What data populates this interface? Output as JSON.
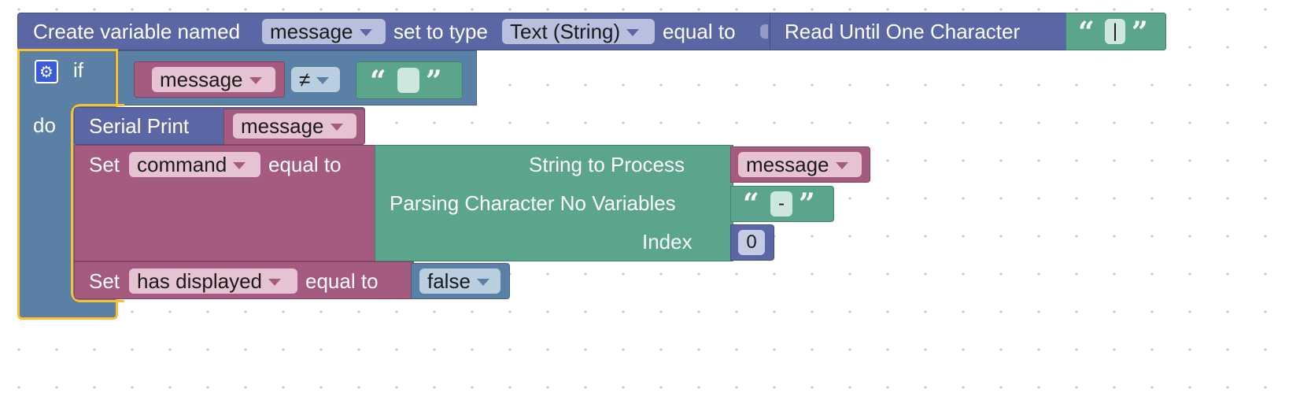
{
  "create_block": {
    "prefix": "Create variable named",
    "var_name": "message",
    "type_label": "set to type",
    "type_value": "Text (String)",
    "equal_label": "equal to"
  },
  "read_block": {
    "label": "Read Until One Character",
    "char_value": "|"
  },
  "if_block": {
    "if_label": "if",
    "do_label": "do",
    "gear_icon": "gear-icon"
  },
  "compare_block": {
    "left_var": "message",
    "operator": "≠",
    "right_text": ""
  },
  "serial_block": {
    "label": "Serial Print",
    "var_name": "message"
  },
  "set_command_block": {
    "set_label": "Set",
    "var_name": "command",
    "equal_label": "equal to"
  },
  "parse_block": {
    "string_label": "String to Process",
    "string_var": "message",
    "char_label": "Parsing Character No Variables",
    "char_value": "-",
    "index_label": "Index",
    "index_value": "0"
  },
  "set_displayed_block": {
    "set_label": "Set",
    "var_name": "has displayed",
    "equal_label": "equal to",
    "value": "false"
  },
  "colors": {
    "variables": "#5b67a5",
    "logic": "#5b80a5",
    "assign": "#a55b80",
    "text": "#5ba58c",
    "selection": "#fbc02d"
  }
}
